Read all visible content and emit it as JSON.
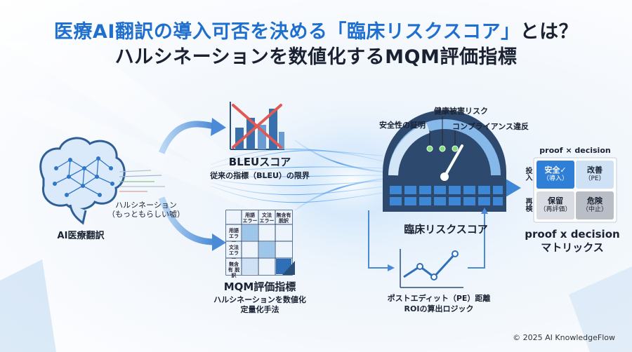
{
  "title": {
    "line1_a": "医療AI翻訳の導入可否を決める",
    "line1_b": "「臨床リスクスコア」",
    "line1_c": "とは？",
    "line2": "ハルシネーションを数値化するMQM評価指標"
  },
  "left": {
    "brain_label": "AI医療翻訳",
    "hallucination_label_1": "ハルシネーション",
    "hallucination_label_2": "（もっともらしい嘘）"
  },
  "bleu": {
    "title": "BLEUスコア",
    "subtitle": "従来の指標（BLEU）の限界"
  },
  "mqm": {
    "title": "MQM評価指標",
    "subtitle_1": "ハルシネーションを数値化",
    "subtitle_2": "定量化手法",
    "col_headers": [
      "用語 エラー",
      "文法 エラー",
      "無含有 脱訳"
    ],
    "row_headers": [
      "用語 エラー",
      "文法 エラー",
      "無含有 脱訳"
    ]
  },
  "gauge": {
    "label_safety": "安全性の証明",
    "label_health": "健康被害リスク",
    "label_compliance": "コンプライアンス違反",
    "title": "臨床リスクスコア"
  },
  "pe": {
    "title": "ポストエディット（PE）距離",
    "subtitle": "ROIの算出ロジック"
  },
  "matrix": {
    "top_label": "proof × decision",
    "axis_top": "投入",
    "axis_bottom": "再検",
    "cells": [
      {
        "main": "安全✓",
        "sub": "（導入）",
        "color": "#2f7fd6"
      },
      {
        "main": "改善",
        "sub": "（PE）",
        "color": "#cfe1f5"
      },
      {
        "main": "保留",
        "sub": "（再評価）",
        "color": "#d9dde3"
      },
      {
        "main": "危険",
        "sub": "（中止）",
        "color": "#b9bec6"
      }
    ],
    "bottom_1": "proof x decision",
    "bottom_2": "マトリックス"
  },
  "footer": "© 2025 AI KnowledgeFlow",
  "colors": {
    "accent": "#1f6fcf",
    "arrow": "#4d8fd8",
    "gauge_dark": "#2d4a6e"
  }
}
